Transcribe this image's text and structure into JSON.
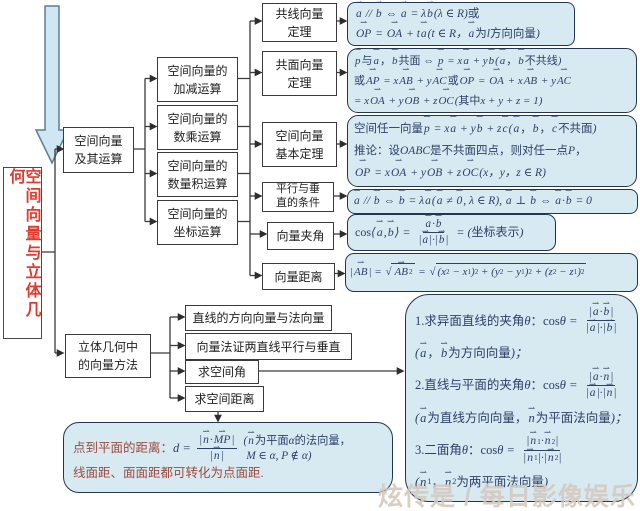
{
  "title": {
    "text": "空间向量与立体几何"
  },
  "watermark": "炫传是 / 每日影像娱乐",
  "colors": {
    "title_red": "#e23b2e",
    "formula_ink": "#2c4168",
    "formula_fill": "#d7e9f1",
    "line_ink": "#3a3a3a",
    "red_note": "#9c4a3e"
  },
  "nodes": {
    "n1": {
      "lines": [
        "空间向量",
        "及其运算"
      ]
    },
    "n2": {
      "lines": [
        "立体几何中",
        "的向量方法"
      ]
    },
    "op1": {
      "lines": [
        "空间向量的",
        "加减运算"
      ]
    },
    "op2": {
      "lines": [
        "空间向量的",
        "数乘运算"
      ]
    },
    "op3": {
      "lines": [
        "空间向量的",
        "数量积运算"
      ]
    },
    "op4": {
      "lines": [
        "空间向量的",
        "坐标运算"
      ]
    },
    "t1": {
      "lines": [
        "共线向量",
        "定理"
      ]
    },
    "t2": {
      "lines": [
        "共面向量",
        "定理"
      ]
    },
    "t3": {
      "lines": [
        "空间向量",
        "基本定理"
      ]
    },
    "t4": {
      "lines": [
        "平行与垂",
        "直的条件"
      ]
    },
    "t5": {
      "lines": [
        "向量夹角"
      ]
    },
    "t6": {
      "lines": [
        "向量距离"
      ]
    },
    "m1": {
      "lines": [
        "直线的方向向量与法向量"
      ]
    },
    "m2": {
      "lines": [
        "向量法证两直线平行与垂直"
      ]
    },
    "m3": {
      "lines": [
        "求空间角"
      ]
    },
    "m4": {
      "lines": [
        "求空间距离"
      ]
    }
  },
  "formulas": {
    "f1": [
      [
        {
          "t": "v",
          "v": "a"
        },
        " // ",
        {
          "t": "v",
          "v": "b"
        },
        " ⇔ ",
        {
          "t": "v",
          "v": "a"
        },
        " = λ",
        {
          "t": "v",
          "v": "b"
        },
        "(λ ∈ R)",
        {
          "t": "c",
          "v": "或"
        }
      ],
      [
        {
          "t": "v",
          "v": "OP"
        },
        " = ",
        {
          "t": "v",
          "v": "OA"
        },
        " + t",
        {
          "t": "v",
          "v": "a"
        },
        "(t ∈ R，",
        {
          "t": "v",
          "v": "a"
        },
        {
          "t": "c",
          "v": "为"
        },
        "l",
        {
          "t": "c",
          "v": "方向向量"
        },
        ")"
      ]
    ],
    "f2": [
      [
        {
          "t": "v",
          "v": "p"
        },
        {
          "t": "c",
          "v": "与"
        },
        {
          "t": "v",
          "v": "a"
        },
        {
          "t": "c",
          "v": "，"
        },
        {
          "t": "v",
          "v": "b"
        },
        {
          "t": "c",
          "v": "共面"
        },
        " ⇔ ",
        {
          "t": "v",
          "v": "p"
        },
        " = x",
        {
          "t": "v",
          "v": "a"
        },
        " + y",
        {
          "t": "v",
          "v": "b"
        },
        "(",
        {
          "t": "v",
          "v": "a"
        },
        {
          "t": "c",
          "v": "，"
        },
        {
          "t": "v",
          "v": "b"
        },
        {
          "t": "c",
          "v": "不共线"
        },
        ")"
      ],
      [
        {
          "t": "c",
          "v": "或"
        },
        {
          "t": "v",
          "v": "AP"
        },
        " = x",
        {
          "t": "v",
          "v": "AB"
        },
        " + y",
        {
          "t": "v",
          "v": "AC"
        },
        {
          "t": "c",
          "v": "或"
        },
        {
          "t": "v",
          "v": "OP"
        },
        " = ",
        {
          "t": "v",
          "v": "OA"
        },
        " + x",
        {
          "t": "v",
          "v": "AB"
        },
        " + y",
        {
          "t": "v",
          "v": "AC"
        }
      ],
      [
        "= x",
        {
          "t": "v",
          "v": "OA"
        },
        " + y",
        {
          "t": "v",
          "v": "OB"
        },
        " + z",
        {
          "t": "v",
          "v": "OC"
        },
        "(",
        {
          "t": "c",
          "v": "其中"
        },
        "x + y + z = 1)"
      ]
    ],
    "f3": [
      [
        {
          "t": "c",
          "v": "空间任一向量"
        },
        {
          "t": "v",
          "v": "p"
        },
        " = x",
        {
          "t": "v",
          "v": "a"
        },
        " + y",
        {
          "t": "v",
          "v": "b"
        },
        " + z",
        {
          "t": "v",
          "v": "c"
        },
        "(",
        {
          "t": "v",
          "v": "a"
        },
        {
          "t": "c",
          "v": "，"
        },
        {
          "t": "v",
          "v": "b"
        },
        {
          "t": "c",
          "v": "，"
        },
        {
          "t": "v",
          "v": "c"
        },
        {
          "t": "c",
          "v": "不共面"
        },
        ")"
      ],
      [
        {
          "t": "c",
          "v": "推论：设"
        },
        "OABC",
        {
          "t": "c",
          "v": "是不共面四点，则对任一点"
        },
        "P",
        {
          "t": "c",
          "v": "，"
        }
      ],
      [
        {
          "t": "v",
          "v": "OP"
        },
        " = x",
        {
          "t": "v",
          "v": "OA"
        },
        " + y",
        {
          "t": "v",
          "v": "OB"
        },
        " + z",
        {
          "t": "v",
          "v": "OC"
        },
        "(x，y，z ∈ R)"
      ]
    ],
    "f4": [
      [
        {
          "t": "v",
          "v": "a"
        },
        " // ",
        {
          "t": "v",
          "v": "b"
        },
        " ⇔ ",
        {
          "t": "v",
          "v": "b"
        },
        " = λ",
        {
          "t": "v",
          "v": "a"
        },
        "(",
        {
          "t": "v",
          "v": "a"
        },
        " ≠ ",
        {
          "t": "v",
          "v": "0"
        },
        ", λ ∈ R), ",
        {
          "t": "v",
          "v": "a"
        },
        " ⊥ ",
        {
          "t": "v",
          "v": "b"
        },
        " ⇔ ",
        {
          "t": "v",
          "v": "a"
        },
        "·",
        {
          "t": "v",
          "v": "b"
        },
        " = 0"
      ]
    ],
    "f5": [
      [
        {
          "t": "c",
          "v": "cos"
        },
        "⟨",
        {
          "t": "v",
          "v": "a"
        },
        ",",
        {
          "t": "v",
          "v": "b"
        },
        "⟩ = ",
        {
          "t": "f",
          "n": [
            {
              "t": "v",
              "v": "a"
            },
            "·",
            {
              "t": "v",
              "v": "b"
            }
          ],
          "d": [
            "|",
            {
              "t": "v",
              "v": "a"
            },
            "|·|",
            {
              "t": "v",
              "v": "b"
            },
            "|"
          ]
        },
        " = (",
        {
          "t": "c",
          "v": "坐标表示"
        },
        ")"
      ]
    ],
    "f6": [
      [
        "|",
        {
          "t": "v",
          "v": "AB"
        },
        "| = ",
        {
          "t": "r",
          "c": [
            {
              "t": "v",
              "v": "AB"
            },
            {
              "t": "sup",
              "v": "2"
            }
          ]
        },
        " = ",
        {
          "t": "r",
          "c": [
            "(x",
            {
              "t": "sub",
              "v": "2"
            },
            " − x",
            {
              "t": "sub",
              "v": "1"
            },
            ")",
            {
              "t": "sup",
              "v": "2"
            },
            " + (y",
            {
              "t": "sub",
              "v": "2"
            },
            " − y",
            {
              "t": "sub",
              "v": "1"
            },
            ")",
            {
              "t": "sup",
              "v": "2"
            },
            " + (z",
            {
              "t": "sub",
              "v": "2"
            },
            " − z",
            {
              "t": "sub",
              "v": "1"
            },
            ")",
            {
              "t": "sup",
              "v": "2"
            }
          ]
        }
      ]
    ],
    "f7": [
      [
        {
          "t": "c",
          "v": "1.求异面直线的夹角"
        },
        "θ",
        {
          "t": "c",
          "v": "：cos"
        },
        "θ = ",
        {
          "t": "f",
          "n": [
            "|",
            {
              "t": "v",
              "v": "a"
            },
            "·",
            {
              "t": "v",
              "v": "b"
            },
            "|"
          ],
          "d": [
            "|",
            {
              "t": "v",
              "v": "a"
            },
            "|·|",
            {
              "t": "v",
              "v": "b"
            },
            "|"
          ]
        }
      ],
      [
        "(",
        {
          "t": "v",
          "v": "a"
        },
        {
          "t": "c",
          "v": "，"
        },
        {
          "t": "v",
          "v": "b"
        },
        {
          "t": "c",
          "v": "为方向向量"
        },
        ")；"
      ],
      [
        {
          "t": "c",
          "v": "2.直线与平面的夹角"
        },
        "θ",
        {
          "t": "c",
          "v": "：cos"
        },
        "θ = ",
        {
          "t": "f",
          "n": [
            "|",
            {
              "t": "v",
              "v": "a"
            },
            "·",
            {
              "t": "v",
              "v": "n"
            },
            "|"
          ],
          "d": [
            "|",
            {
              "t": "v",
              "v": "a"
            },
            "|·|",
            {
              "t": "v",
              "v": "n"
            },
            "|"
          ]
        }
      ],
      [
        "(",
        {
          "t": "v",
          "v": "a"
        },
        {
          "t": "c",
          "v": "为直线方向向量，"
        },
        {
          "t": "v",
          "v": "n"
        },
        {
          "t": "c",
          "v": "为平面法向量"
        },
        ")；"
      ],
      [
        {
          "t": "c",
          "v": "3.二面角"
        },
        "θ",
        {
          "t": "c",
          "v": "：cos"
        },
        "θ = ",
        {
          "t": "f",
          "n": [
            "|",
            {
              "t": "v",
              "v": "n"
            },
            {
              "t": "sub",
              "v": "1"
            },
            "·",
            {
              "t": "v",
              "v": "n"
            },
            {
              "t": "sub",
              "v": "2"
            },
            "|"
          ],
          "d": [
            "|",
            {
              "t": "v",
              "v": "n"
            },
            {
              "t": "sub",
              "v": "1"
            },
            "|·|",
            {
              "t": "v",
              "v": "n"
            },
            {
              "t": "sub",
              "v": "2"
            },
            "|"
          ]
        }
      ],
      [
        "(",
        {
          "t": "v",
          "v": "n"
        },
        {
          "t": "sub",
          "v": "1"
        },
        {
          "t": "c",
          "v": "，"
        },
        {
          "t": "v",
          "v": "n"
        },
        {
          "t": "sub",
          "v": "2"
        },
        {
          "t": "c",
          "v": "为两平面法向量"
        },
        ")"
      ]
    ],
    "f8": [
      [
        {
          "t": "c",
          "v": "点到平面的距离：",
          "s": "red"
        },
        "d = ",
        {
          "t": "f",
          "n": [
            "|",
            {
              "t": "v",
              "v": "n"
            },
            "·",
            {
              "t": "v",
              "v": "MP"
            },
            "|"
          ],
          "d": [
            "|",
            {
              "t": "v",
              "v": "n"
            },
            "|"
          ]
        },
        {
          "t": "st",
          "rows": [
            [
              "(",
              {
                "t": "v",
                "v": "n"
              },
              {
                "t": "c",
                "v": "为平面"
              },
              "α",
              {
                "t": "c",
                "v": "的法向量，"
              }
            ],
            [
              " M ∈ α, P ∉ α)"
            ]
          ]
        }
      ],
      [
        {
          "t": "c",
          "v": "线面距、面面距都可转化为点面距.",
          "s": "red"
        }
      ]
    ]
  }
}
